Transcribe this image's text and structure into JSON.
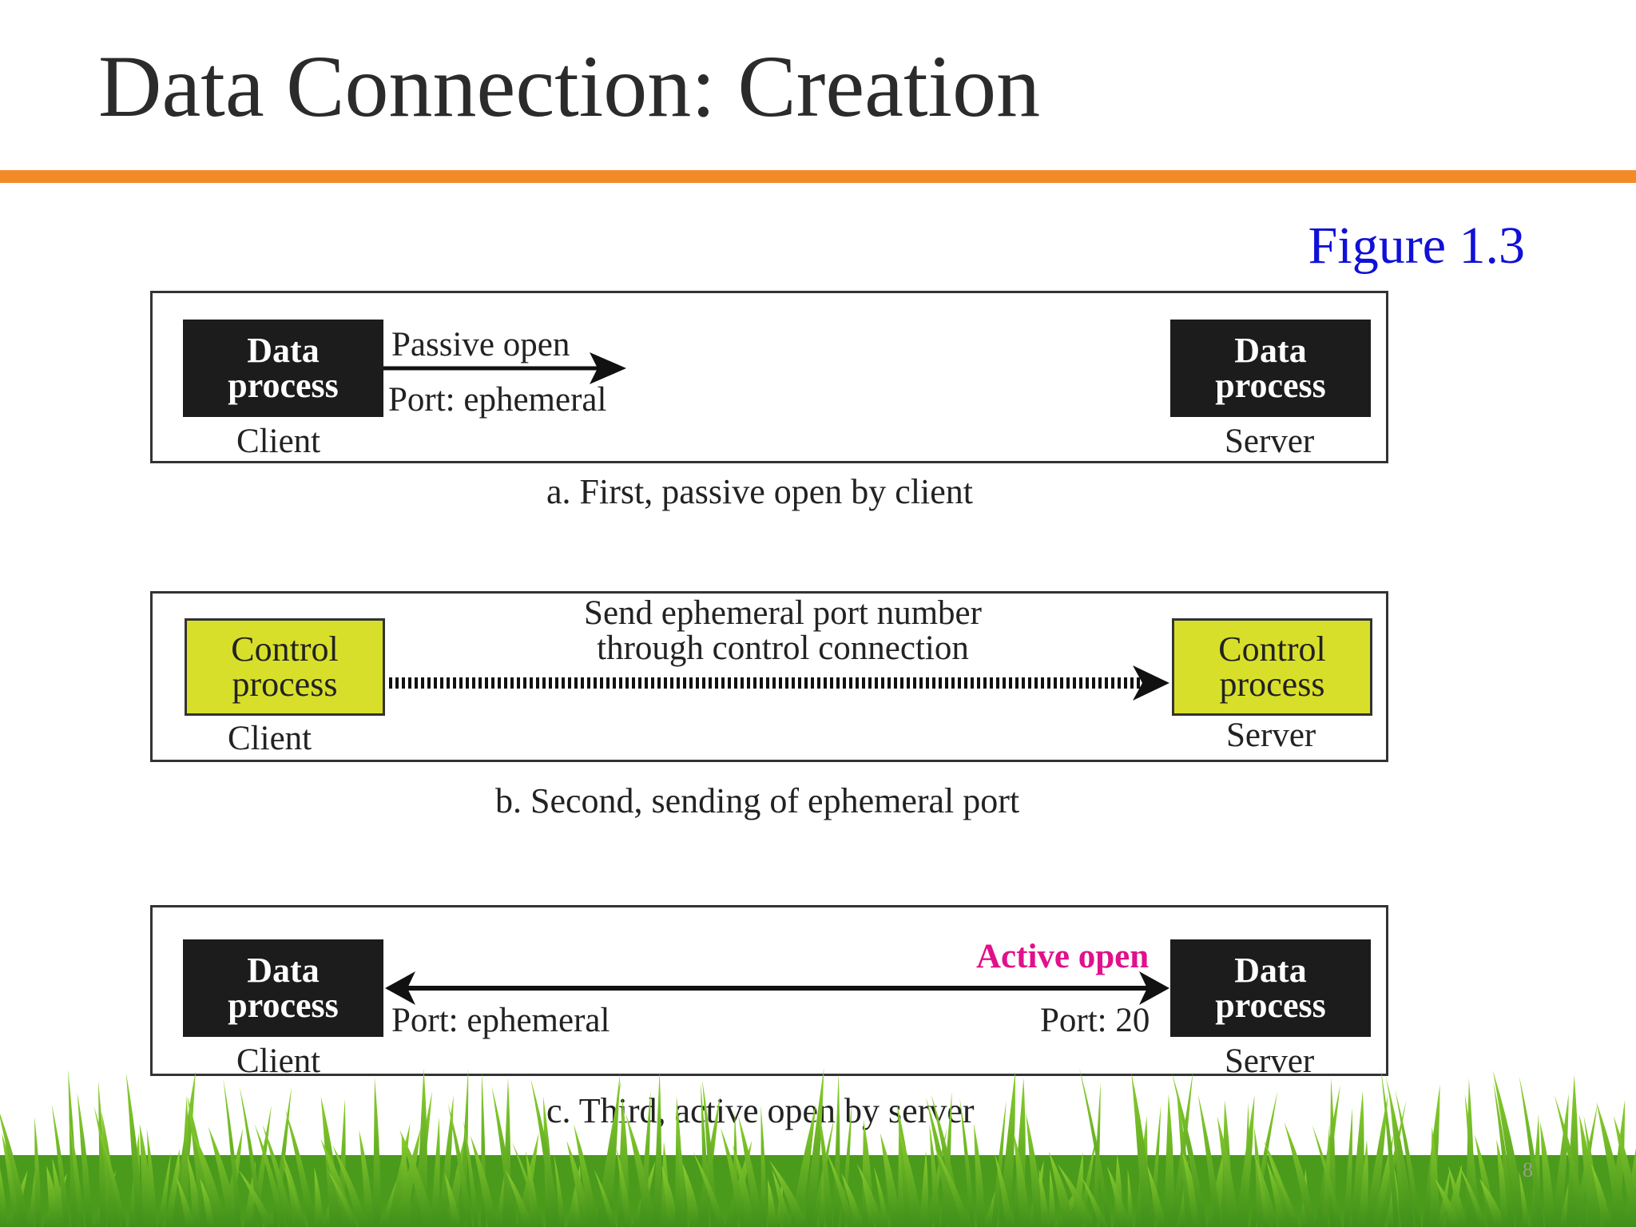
{
  "slide": {
    "title": "Data Connection: Creation",
    "figure_label": "Figure 1.3",
    "page_number": "8"
  },
  "panels": [
    {
      "left_box": "Data\nprocess",
      "left_role": "Client",
      "right_box": "Data\nprocess",
      "right_role": "Server",
      "arrow_label_top": "Passive open",
      "arrow_label_bottom": "Port: ephemeral",
      "caption": "a. First, passive open by client"
    },
    {
      "left_box": "Control\nprocess",
      "left_role": "Client",
      "right_box": "Control\nprocess",
      "right_role": "Server",
      "arrow_label_top": "Send ephemeral port number\nthrough control connection",
      "caption": "b. Second, sending of ephemeral port"
    },
    {
      "left_box": "Data\nprocess",
      "left_role": "Client",
      "right_box": "Data\nprocess",
      "right_role": "Server",
      "active_label": "Active open",
      "left_port": "Port: ephemeral",
      "right_port": "Port: 20",
      "caption": "c. Third, active open by server"
    }
  ],
  "colors": {
    "accent_rule": "#f38a28",
    "figure_label": "#1010d8",
    "active_open": "#e0118a",
    "control_box": "#d8df2a",
    "data_box": "#1c1c1c"
  }
}
